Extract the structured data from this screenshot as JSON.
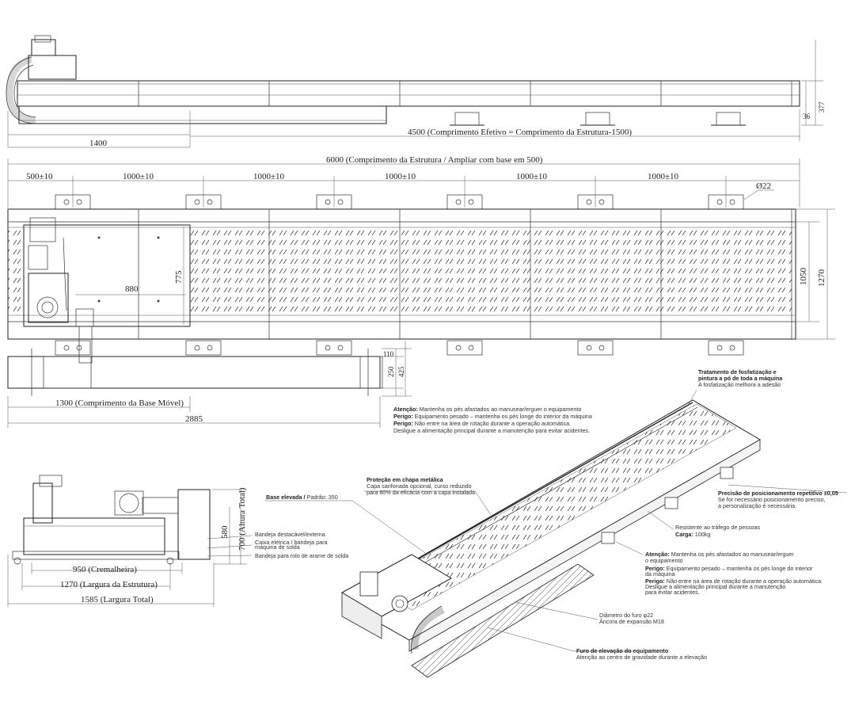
{
  "side_view": {
    "dims": {
      "d1400": "1400",
      "d4500": "4500 (Comprimento Efetivo = Comprimento da Estrutura-1500)",
      "d36": "36",
      "d377": "377"
    }
  },
  "top_view": {
    "dims": {
      "d6000": "6000 (Comprimento da Estrutura / Ampliar com base em 500)",
      "d500": "500±10",
      "d1000": "1000±10",
      "d22": "Ø22",
      "d880": "880",
      "d775": "775",
      "d1050": "1050",
      "d1270": "1270",
      "d110": "110",
      "d250": "250",
      "d425": "425",
      "d1300": "1300 (Comprimento da Base Móvel)",
      "d2885": "2885"
    }
  },
  "end_view": {
    "dims": {
      "d580": "580",
      "d700": "700 (Altura Total)",
      "d950": "950 (Cremalheira)",
      "d1270": "1270 (Largura da Estrutura)",
      "d1585": "1585 (Largura Total)"
    }
  },
  "notes_top": {
    "l1_b": "Atenção:",
    "l1": " Mantenha os pés afastados ao manusear/erguer o equipamento",
    "l2_b": "Perigo:",
    "l2": " Equipamento pesado – mantenha os pés longe do interior da máquina",
    "l3_b": "Perigo:",
    "l3": " Não entre na área de rotação durante a operação automática.",
    "l4": "Desligue a alimentação principal durante a manutenção para evitar acidentes."
  },
  "callouts": {
    "fosfat_b": "Tratamento de fosfatização e",
    "fosfat_b2": "pintura a pó de toda a máquina",
    "fosfat": "A fosfatização melhora a adesão",
    "protecao_b": "Proteção em chapa metálica",
    "protecao1": "Capa sanfonada opcional, curso reduzido",
    "protecao2": "para 80% da eficácia com a capa instalada",
    "base_b": "Base elevada / ",
    "base": "Padrão: 350",
    "precisao_b": "Precisão de posicionamento repetitivo ±0,05",
    "precisao1": "Se for necessário posicionamento preciso,",
    "precisao2": "a personalização é necessária.",
    "resistente": "Resistente ao tráfego de pessoas",
    "carga_b": "Carga:",
    "carga": " 100kg",
    "bandeja1": "Bandeja destacável/externa",
    "caixa1": "Caixa elétrica / bandeja para",
    "caixa2": "máquina de solda",
    "bandeja2": "Bandeja para rolo de arame de solda",
    "att2_l1_b": "Atenção:",
    "att2_l1": " Mantenha os pés afastados ao manusear/erguer",
    "att2_l1b": "o equipamento",
    "att2_l2_b": "Perigo:",
    "att2_l2": " Equipamento pesado – mantenha os pés longe do interior",
    "att2_l2b": "da máquina",
    "att2_l3_b": "Perigo:",
    "att2_l3": " Não entre na área de rotação durante a operação automática.",
    "att2_l3b": "Desligue a alimentação principal durante a manutenção",
    "att2_l3c": "para evitar acidentes.",
    "diametro1": "Diâmetro do furo φ22",
    "diametro2": "Âncora de expansão M18",
    "furo_b": "Furo de elevação do equipamento",
    "furo": "Atenção ao centro de gravidade durante a elevação"
  }
}
